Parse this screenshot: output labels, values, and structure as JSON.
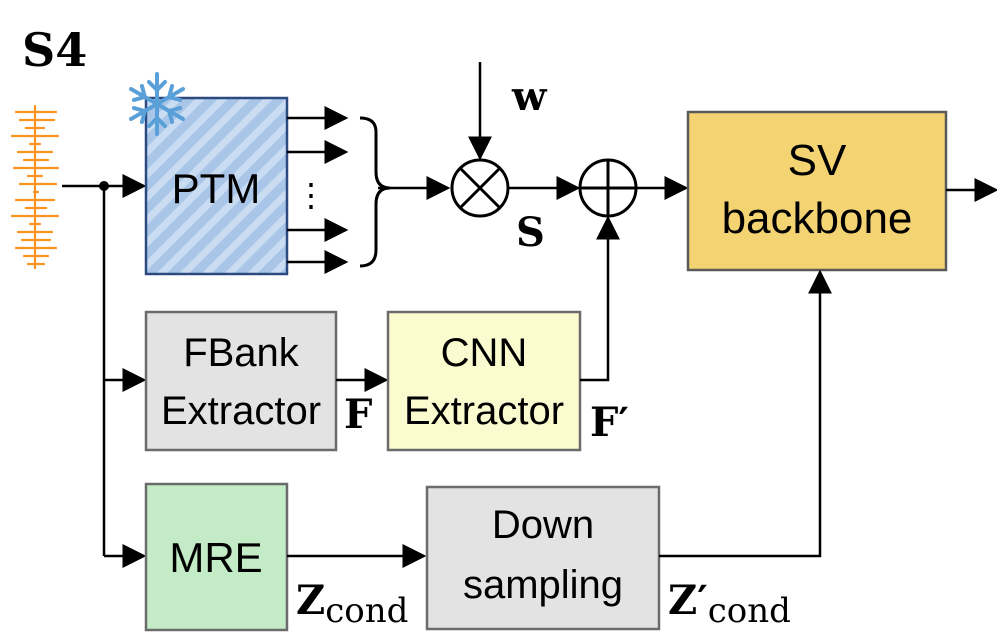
{
  "diagram": {
    "label": "S4",
    "blocks": {
      "ptm": {
        "label": "PTM",
        "fill": "#a9c6e8",
        "hatch": "#c9dcf2",
        "stroke": "#2d4a80"
      },
      "fbank": {
        "line1": "FBank",
        "line2": "Extractor",
        "fill": "#e3e3e3",
        "stroke": "#6b6b6b"
      },
      "cnn": {
        "line1": "CNN",
        "line2": "Extractor",
        "fill": "#fbfbd0",
        "stroke": "#6b6b6b"
      },
      "mre": {
        "label": "MRE",
        "fill": "#c3ecc6",
        "stroke": "#6b6b6b"
      },
      "down": {
        "line1": "Down",
        "line2": "sampling",
        "fill": "#e3e3e3",
        "stroke": "#6b6b6b"
      },
      "sv": {
        "line1": "SV",
        "line2": "backbone",
        "fill": "#f4d373",
        "stroke": "#5a5a5a"
      }
    },
    "variables": {
      "w": "w",
      "s": "S",
      "f": "F",
      "f_prime": "F′",
      "z": "Z",
      "z_prime": "Z′",
      "sub_cond": "cond"
    },
    "ellipsis": "⋮",
    "icons": {
      "waveform": "waveform-icon",
      "snowflake": "snowflake-icon",
      "multiply": "multiply-icon",
      "add": "add-icon"
    },
    "colors": {
      "waveform": "#f7931e",
      "snowflake": "#5aa0d8"
    }
  }
}
